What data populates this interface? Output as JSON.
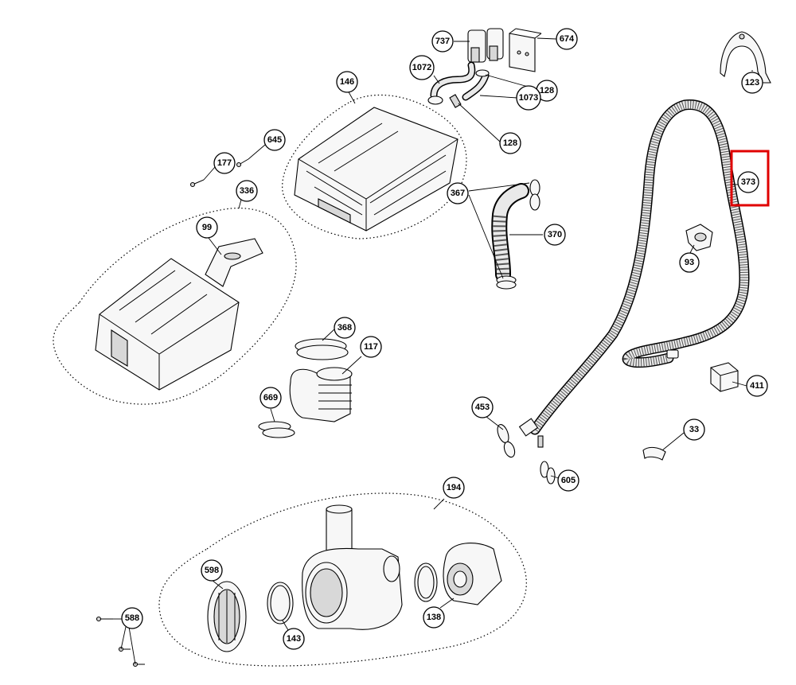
{
  "diagram": {
    "highlight_color": "#e00000",
    "highlighted_part": "373",
    "callouts": [
      {
        "id": "737"
      },
      {
        "id": "674"
      },
      {
        "id": "1072"
      },
      {
        "id": "128a",
        "label": "128"
      },
      {
        "id": "1073"
      },
      {
        "id": "128b",
        "label": "128"
      },
      {
        "id": "123"
      },
      {
        "id": "146"
      },
      {
        "id": "645"
      },
      {
        "id": "177"
      },
      {
        "id": "336"
      },
      {
        "id": "99"
      },
      {
        "id": "367"
      },
      {
        "id": "370"
      },
      {
        "id": "373"
      },
      {
        "id": "93"
      },
      {
        "id": "368"
      },
      {
        "id": "117"
      },
      {
        "id": "669"
      },
      {
        "id": "453"
      },
      {
        "id": "411"
      },
      {
        "id": "33"
      },
      {
        "id": "605"
      },
      {
        "id": "194"
      },
      {
        "id": "598"
      },
      {
        "id": "588"
      },
      {
        "id": "143"
      },
      {
        "id": "138"
      }
    ]
  }
}
